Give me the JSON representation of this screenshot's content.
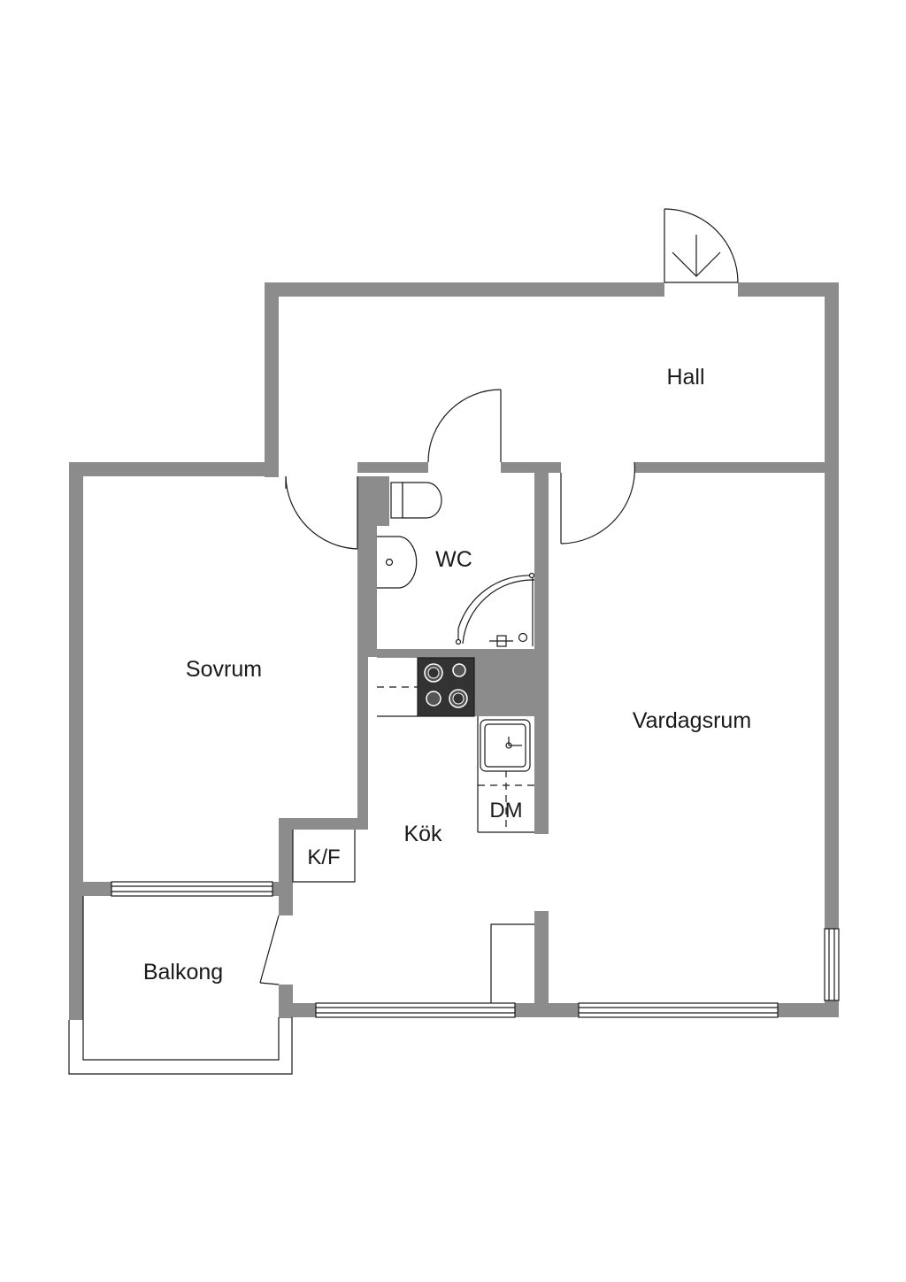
{
  "floorplan": {
    "rooms": {
      "hall": "Hall",
      "sovrum": "Sovrum",
      "wc": "WC",
      "vardagsrum": "Vardagsrum",
      "kok": "Kök",
      "balkong": "Balkong"
    },
    "fixtures": {
      "fridge_freezer": "K/F",
      "dishwasher": "DM"
    },
    "colors": {
      "wall": "#8c8c8c",
      "wall_dark": "#9a9a9a",
      "line": "#1a1a1a",
      "stove": "#333333",
      "background": "#ffffff"
    }
  }
}
